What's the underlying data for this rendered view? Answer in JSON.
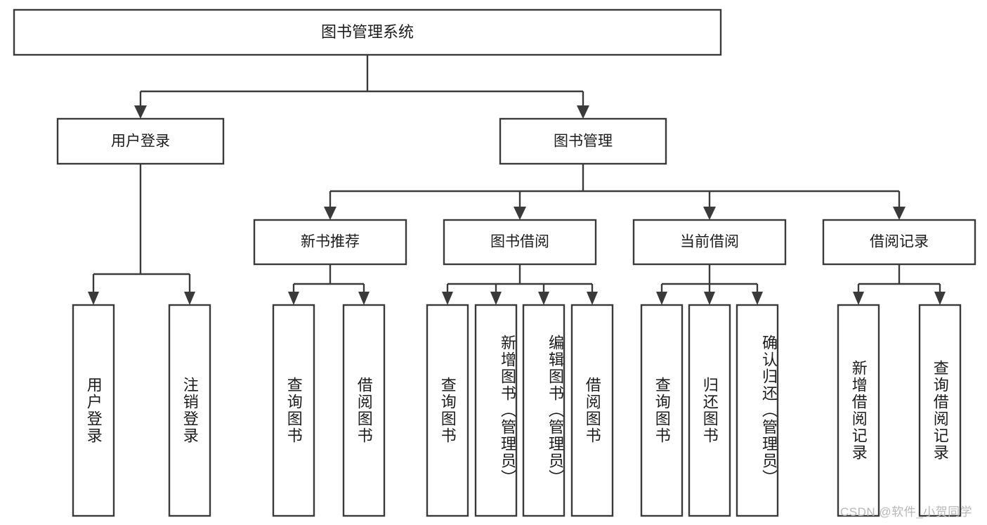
{
  "diagram": {
    "kind": "tree-hierarchy-chart",
    "title": "图书管理系统",
    "background_color": "#ffffff",
    "box_border_color": "#3a3a3a",
    "box_fill_color": "#ffffff",
    "text_color": "#1c1c1c",
    "connector_color": "#3a3a3a"
  },
  "root": {
    "label": "图书管理系统"
  },
  "level2": [
    {
      "label": "用户登录"
    },
    {
      "label": "图书管理"
    }
  ],
  "level3": [
    {
      "label": "新书推荐"
    },
    {
      "label": "图书借阅"
    },
    {
      "label": "当前借阅"
    },
    {
      "label": "借阅记录"
    }
  ],
  "leaves": {
    "user_login": [
      {
        "label": "用户登录"
      },
      {
        "label": "注销登录"
      }
    ],
    "new_book_recommend": [
      {
        "label": "查询图书"
      },
      {
        "label": "借阅图书"
      }
    ],
    "book_borrow": [
      {
        "label": "查询图书"
      },
      {
        "label": "新增图书（管理员）"
      },
      {
        "label": "编辑图书（管理员）"
      },
      {
        "label": "借阅图书"
      }
    ],
    "current_borrow": [
      {
        "label": "查询图书"
      },
      {
        "label": "归还图书"
      },
      {
        "label": "确认归还（管理员）"
      }
    ],
    "borrow_record": [
      {
        "label": "新增借阅记录"
      },
      {
        "label": "查询借阅记录"
      }
    ]
  },
  "watermark": {
    "text": "CSDN @软件_小贺同学"
  }
}
